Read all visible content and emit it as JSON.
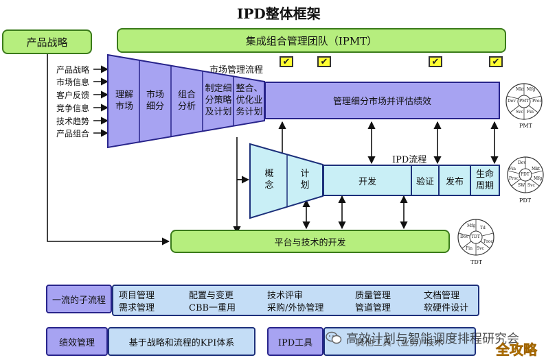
{
  "title": "IPD整体框架",
  "top": {
    "product_strategy": "产品战略",
    "ipmt": "集成组合管理团队（IPMT）"
  },
  "inputs": [
    "产品战略",
    "市场信息",
    "客户反馈",
    "竞争信息",
    "技术趋势",
    "产品组合"
  ],
  "market_flow": {
    "label": "市场管理流程",
    "steps": [
      "理解\n市场",
      "市场\n细分",
      "组合\n分析",
      "制定细\n分策略\n及计划",
      "整合、\n优化业\n务计划"
    ],
    "bar": "管理细分市场并评估绩效"
  },
  "ipd_flow": {
    "label": "IPD流程",
    "steps": [
      "概\n念",
      "计\n划",
      "开发",
      "验证",
      "发布",
      "生命\n周期"
    ]
  },
  "platform": "平台与技术的开发",
  "circles": {
    "pmt": {
      "caption": "PMT",
      "labels": [
        "Mkt",
        "Mfg",
        "Dev",
        "PMT",
        "Proc",
        "Svc",
        "Fin"
      ]
    },
    "pdt": {
      "caption": "PDT",
      "labels": [
        "Dev",
        "Mkt",
        "Fin",
        "PDT",
        "Mfg",
        "Proc",
        "SW",
        "Svc"
      ]
    },
    "tdt": {
      "caption": "TDT",
      "labels": [
        "Mfg",
        "Td",
        "Dev",
        "TDT",
        "Proc",
        "Fin",
        "Svc"
      ]
    }
  },
  "subprocess": {
    "label": "一流的子流程",
    "items": [
      [
        "项目管理",
        "配置与变更",
        "技术评审",
        "质量管理",
        "文档管理"
      ],
      [
        "需求管理",
        "CBB一重用",
        "采购/外协管理",
        "管道管理",
        "软硬件设计"
      ]
    ]
  },
  "performance": {
    "label": "绩效管理",
    "text": "基于战略和流程的KPI体系"
  },
  "tools": {
    "label": "IPD工具",
    "text": "其他工具（业务）·技术"
  },
  "watermark": {
    "text": "高效计划与智能调度排程研究会",
    "corner": "全攻略"
  },
  "colors": {
    "green": "#b6ee7e",
    "purple": "#a7a3f2",
    "cyan": "#c9eff6",
    "light_blue": "#c4ddf6",
    "check": "#ffff33"
  }
}
